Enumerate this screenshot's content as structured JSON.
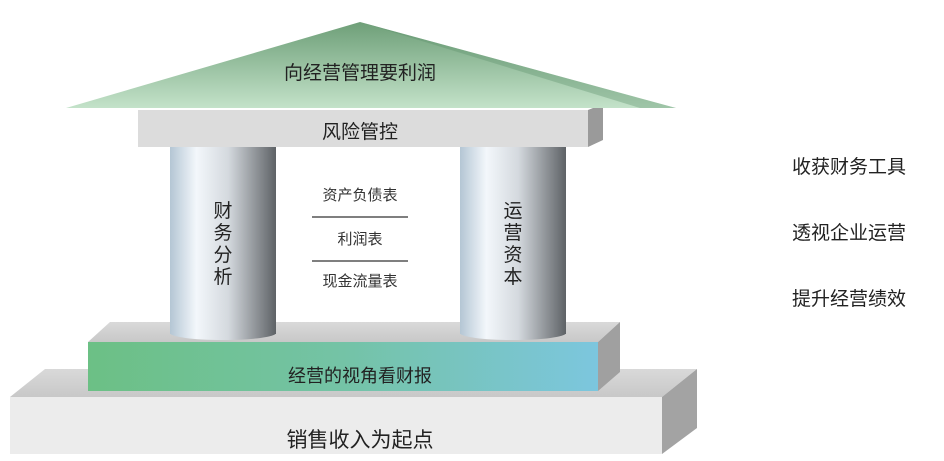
{
  "diagram": {
    "roof_label": "向经营管理要利润",
    "beam_label": "风险管控",
    "left_pillar_label": "财务分析",
    "right_pillar_label": "运营资本",
    "statements": [
      "资产负债表",
      "利润表",
      "现金流量表"
    ],
    "step_label": "经营的视角看财报",
    "base_label": "销售收入为起点"
  },
  "side_list": [
    "收获财务工具",
    "透视企业运营",
    "提升经营绩效"
  ],
  "colors": {
    "roof_green": "#6fa87c",
    "roof_light": "#b7dcc0",
    "band_green": "#6fc38a",
    "band_blue": "#78c7dc",
    "stone": "#d4d4d4"
  }
}
